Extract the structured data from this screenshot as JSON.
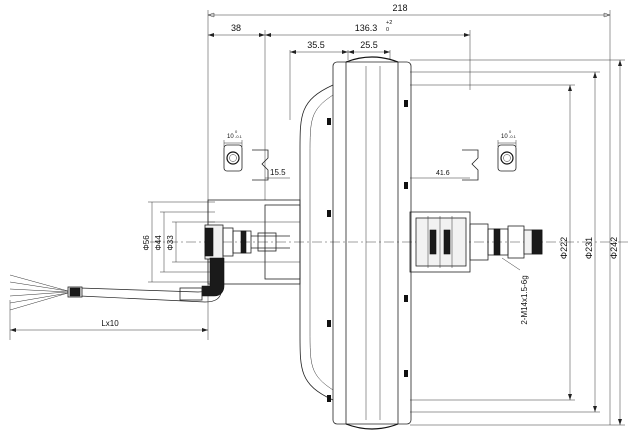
{
  "dimensions": {
    "overall_width": "218",
    "axle_extension": "38",
    "hub_width": "136.3",
    "hub_width_tol_upper": "+2",
    "hub_width_tol_lower": "0",
    "flange_offset": "35.5",
    "flange_half": "25.5",
    "left_flat_depth": "15.5",
    "right_flat_depth": "41.6",
    "dia_56": "Φ56",
    "dia_44": "Φ44",
    "dia_33": "Φ33",
    "dia_222": "Φ222",
    "dia_231": "Φ231",
    "dia_242": "Φ242",
    "thread_callout": "2-M14x1.5-6g",
    "cable_length": "Lx10",
    "left_slot_width": "10",
    "left_slot_tol_upper": "0",
    "left_slot_tol_lower": "-0.1",
    "right_slot_width": "10",
    "right_slot_tol_upper": "0",
    "right_slot_tol_lower": "-0.1"
  }
}
